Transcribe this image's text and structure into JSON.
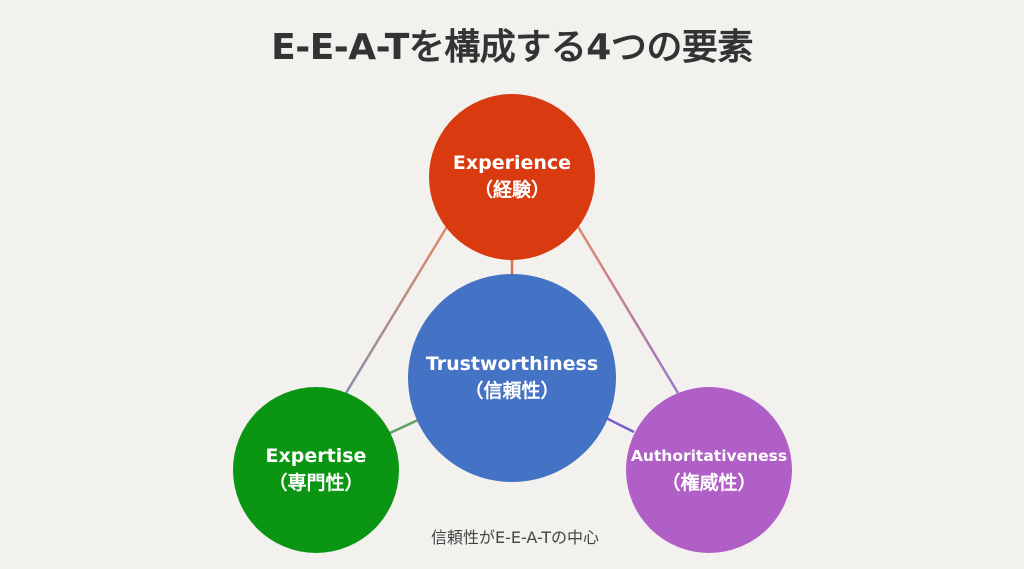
{
  "title": "E-E-A-Tを構成する4つの要素",
  "nodes": {
    "experience": {
      "en": "Experience",
      "jp": "（経験）",
      "color": "#d93a10"
    },
    "trust": {
      "en": "Trustworthiness",
      "jp": "（信頼性）",
      "color": "#4472c4"
    },
    "expertise": {
      "en": "Expertise",
      "jp": "（専門性）",
      "color": "#0a9612"
    },
    "authority": {
      "en": "Authoritativeness",
      "jp": "（権威性）",
      "color": "#b05fc6"
    }
  },
  "caption": "信頼性がE-E-A-Tの中心",
  "background": "#f3f1ee"
}
